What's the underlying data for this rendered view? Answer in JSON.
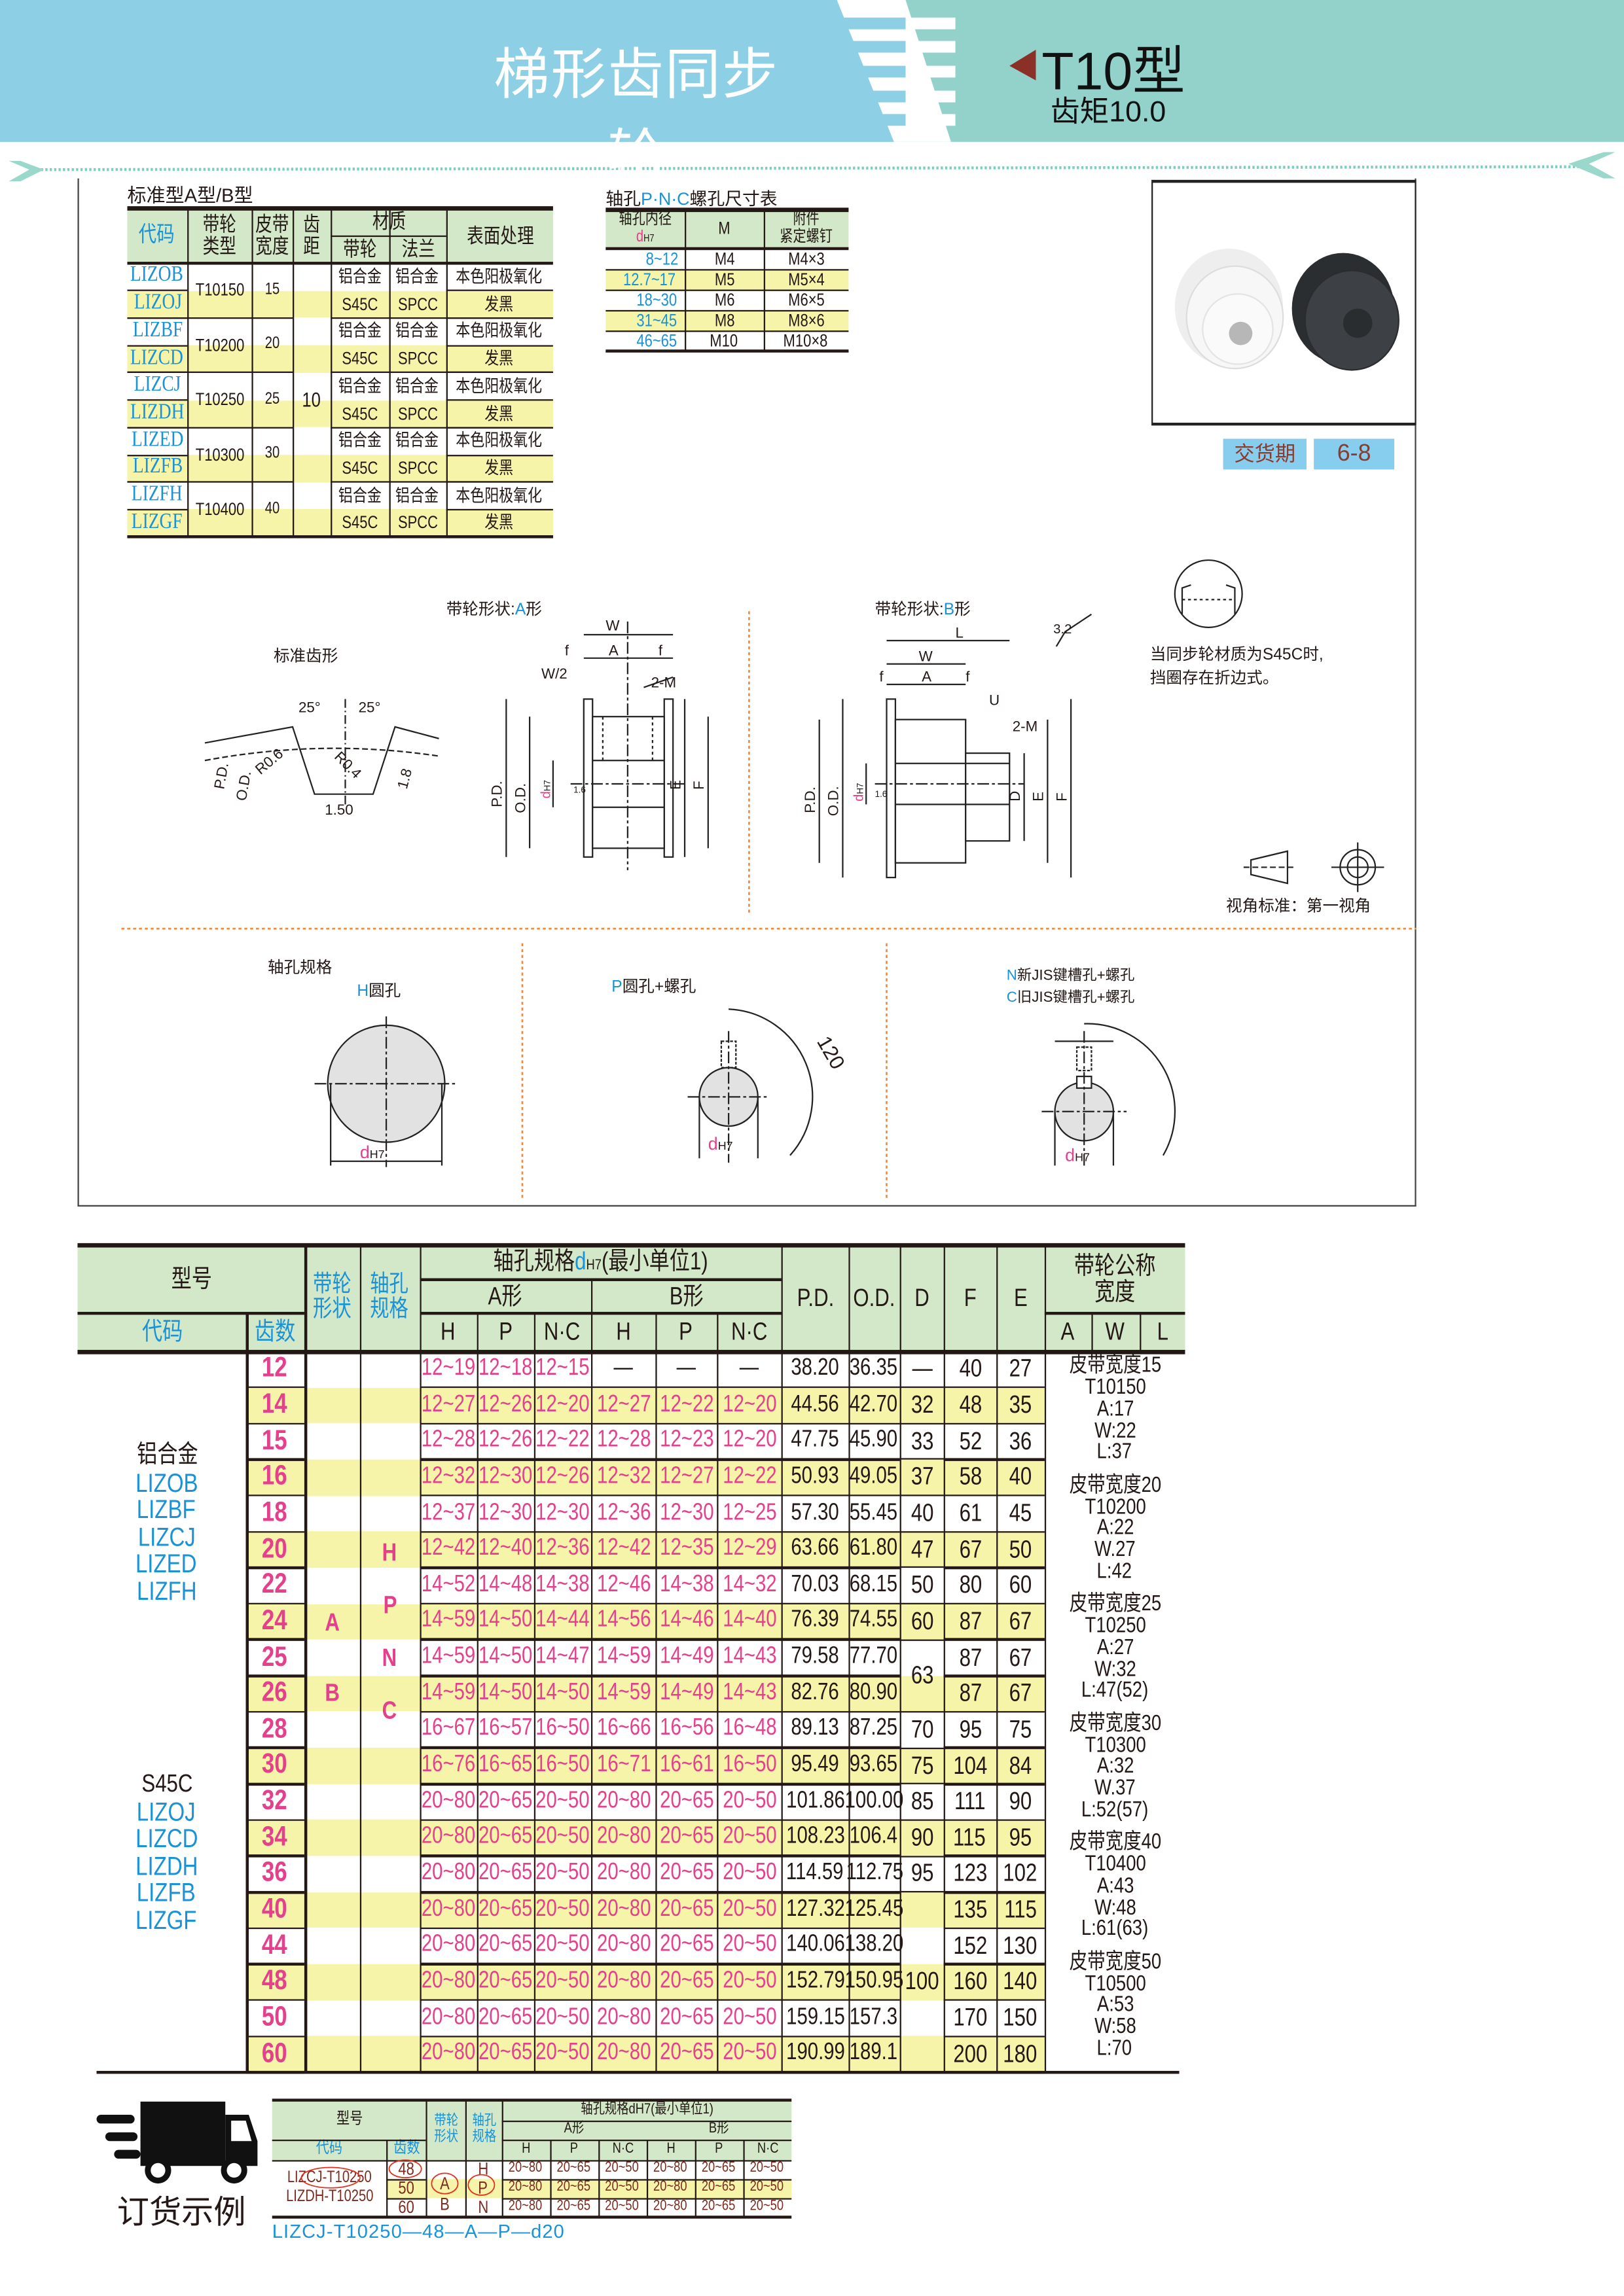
{
  "header": {
    "title": "梯形齿同步轮",
    "model": "T10型",
    "pitch": "齿矩10.0"
  },
  "std_table": {
    "caption": "标准型A型/B型",
    "headers": {
      "code": "代码",
      "pulley_type": "带轮\n类型",
      "belt_width": "皮带\n宽度",
      "pitch": "齿距",
      "material": "材质",
      "mat_pulley": "带轮",
      "mat_flange": "法兰",
      "surface": "表面处理"
    },
    "pitch_value": "10",
    "rows": [
      [
        "LIZOB",
        "T10150",
        "15",
        "铝合金",
        "铝合金",
        "本色阳极氧化"
      ],
      [
        "LIZOJ",
        null,
        null,
        "S45C",
        "SPCC",
        "发黑"
      ],
      [
        "LIZBF",
        "T10200",
        "20",
        "铝合金",
        "铝合金",
        "本色阳极氧化"
      ],
      [
        "LIZCD",
        null,
        null,
        "S45C",
        "SPCC",
        "发黑"
      ],
      [
        "LIZCJ",
        "T10250",
        "25",
        "铝合金",
        "铝合金",
        "本色阳极氧化"
      ],
      [
        "LIZDH",
        null,
        null,
        "S45C",
        "SPCC",
        "发黑"
      ],
      [
        "LIZED",
        "T10300",
        "30",
        "铝合金",
        "铝合金",
        "本色阳极氧化"
      ],
      [
        "LIZFB",
        null,
        null,
        "S45C",
        "SPCC",
        "发黑"
      ],
      [
        "LIZFH",
        "T10400",
        "40",
        "铝合金",
        "铝合金",
        "本色阳极氧化"
      ],
      [
        "LIZGF",
        null,
        null,
        "S45C",
        "SPCC",
        "发黑"
      ]
    ]
  },
  "screw_table": {
    "caption_pre": "轴孔",
    "caption_mid": "P·N·C",
    "caption_post": "螺孔尺寸表",
    "headers": {
      "bore": "轴孔内径",
      "bore_sub": "d",
      "bore_sub2": "H7",
      "m": "M",
      "screw": "附件\n紧定螺钉"
    },
    "rows": [
      [
        "8~12",
        "M4",
        "M4×3"
      ],
      [
        "12.7~17",
        "M5",
        "M5×4"
      ],
      [
        "18~30",
        "M6",
        "M6×5"
      ],
      [
        "31~45",
        "M8",
        "M8×6"
      ],
      [
        "46~65",
        "M10",
        "M10×8"
      ]
    ]
  },
  "delivery": {
    "label": "交货期",
    "value": "6-8"
  },
  "drawings": {
    "shape_a_pre": "带轮形状:",
    "shape_a_letter": "A",
    "shape_a_post": "形",
    "shape_b_pre": "带轮形状:",
    "shape_b_letter": "B",
    "shape_b_post": "形",
    "std_tooth": "标准齿形",
    "angle1": "25°",
    "angle2": "25°",
    "r06": "R0.6",
    "r04": "R0.4",
    "h18": "1.8",
    "w150": "1.50",
    "pd": "P.D.",
    "od": "O.D.",
    "d": "d",
    "h7": "H7",
    "w": "W",
    "f": "f",
    "a": "A",
    "w2": "W/2",
    "m2": "2-M",
    "e": "E",
    "F": "F",
    "l": "L",
    "u": "U",
    "dd": "D",
    "r16": "1.6",
    "r32": "3.2",
    "note1": "当同步轮材质为S45C时,",
    "note2": "挡圈存在折边式。",
    "view": "视角标准：第一视角",
    "bore_title": "轴孔规格",
    "h_letter": "H",
    "h_text": "圆孔",
    "p_letter": "P",
    "p_text": "圆孔+螺孔",
    "n_letter": "N",
    "n_text": "新JIS键槽孔+螺孔",
    "c_letter": "C",
    "c_text": "旧JIS键槽孔+螺孔",
    "angle120": "120"
  },
  "main_table": {
    "h_model": "型号",
    "h_code": "代码",
    "h_teeth": "齿数",
    "h_shape": "带轮\n形状",
    "h_bore": "轴孔\n规格",
    "h_spec_pre": "轴孔规格",
    "h_spec_d": "d",
    "h_spec_h7": "H7",
    "h_spec_post": "(最小单位1)",
    "h_a": "A形",
    "h_b": "B形",
    "sub": [
      "H",
      "P",
      "N·C",
      "H",
      "P",
      "N·C"
    ],
    "h_pd": "P.D.",
    "h_od": "O.D.",
    "h_d": "D",
    "h_f": "F",
    "h_e": "E",
    "h_belt": "带轮公称\n宽度",
    "h_belt_a": "A",
    "h_belt_w": "W",
    "h_belt_l": "L",
    "code_groups": [
      {
        "material": "铝合金",
        "codes": [
          "LIZOB",
          "LIZBF",
          "LIZCJ",
          "LIZED",
          "LIZFH"
        ]
      },
      {
        "material": "S45C",
        "codes": [
          "LIZOJ",
          "LIZCD",
          "LIZDH",
          "LIZFB",
          "LIZGF"
        ]
      }
    ],
    "shape_letters": [
      "A",
      "B"
    ],
    "bore_letters": [
      "H",
      "P",
      "N",
      "C"
    ],
    "rows": [
      [
        "12",
        [
          "12~19",
          "12~18",
          "12~15",
          "—",
          "—",
          "—"
        ],
        "38.20",
        "36.35",
        "—",
        "40",
        "27"
      ],
      [
        "14",
        [
          "12~27",
          "12~26",
          "12~20",
          "12~27",
          "12~22",
          "12~20"
        ],
        "44.56",
        "42.70",
        "32",
        "48",
        "35"
      ],
      [
        "15",
        [
          "12~28",
          "12~26",
          "12~22",
          "12~28",
          "12~23",
          "12~20"
        ],
        "47.75",
        "45.90",
        "33",
        "52",
        "36"
      ],
      [
        "16",
        [
          "12~32",
          "12~30",
          "12~26",
          "12~32",
          "12~27",
          "12~22"
        ],
        "50.93",
        "49.05",
        "37",
        "58",
        "40"
      ],
      [
        "18",
        [
          "12~37",
          "12~30",
          "12~30",
          "12~36",
          "12~30",
          "12~25"
        ],
        "57.30",
        "55.45",
        "40",
        "61",
        "45"
      ],
      [
        "20",
        [
          "12~42",
          "12~40",
          "12~36",
          "12~42",
          "12~35",
          "12~29"
        ],
        "63.66",
        "61.80",
        "47",
        "67",
        "50"
      ],
      [
        "22",
        [
          "14~52",
          "14~48",
          "14~38",
          "12~46",
          "14~38",
          "14~32"
        ],
        "70.03",
        "68.15",
        "50",
        "80",
        "60"
      ],
      [
        "24",
        [
          "14~59",
          "14~50",
          "14~44",
          "14~56",
          "14~46",
          "14~40"
        ],
        "76.39",
        "74.55",
        "60",
        "87",
        "67"
      ],
      [
        "25",
        [
          "14~59",
          "14~50",
          "14~47",
          "14~59",
          "14~49",
          "14~43"
        ],
        "79.58",
        "77.70",
        "63",
        "87",
        "67"
      ],
      [
        "26",
        [
          "14~59",
          "14~50",
          "14~50",
          "14~59",
          "14~49",
          "14~43"
        ],
        "82.76",
        "80.90",
        null,
        "87",
        "67"
      ],
      [
        "28",
        [
          "16~67",
          "16~57",
          "16~50",
          "16~66",
          "16~56",
          "16~48"
        ],
        "89.13",
        "87.25",
        "70",
        "95",
        "75"
      ],
      [
        "30",
        [
          "16~76",
          "16~65",
          "16~50",
          "16~71",
          "16~61",
          "16~50"
        ],
        "95.49",
        "93.65",
        "75",
        "104",
        "84"
      ],
      [
        "32",
        [
          "20~80",
          "20~65",
          "20~50",
          "20~80",
          "20~65",
          "20~50"
        ],
        "101.86",
        "100.00",
        "85",
        "111",
        "90"
      ],
      [
        "34",
        [
          "20~80",
          "20~65",
          "20~50",
          "20~80",
          "20~65",
          "20~50"
        ],
        "108.23",
        "106.4",
        "90",
        "115",
        "95"
      ],
      [
        "36",
        [
          "20~80",
          "20~65",
          "20~50",
          "20~80",
          "20~65",
          "20~50"
        ],
        "114.59",
        "112.75",
        "95",
        "123",
        "102"
      ],
      [
        "40",
        [
          "20~80",
          "20~65",
          "20~50",
          "20~80",
          "20~65",
          "20~50"
        ],
        "127.32",
        "125.45",
        "100",
        "135",
        "115"
      ],
      [
        "44",
        [
          "20~80",
          "20~65",
          "20~50",
          "20~80",
          "20~65",
          "20~50"
        ],
        "140.06",
        "138.20",
        null,
        "152",
        "130"
      ],
      [
        "48",
        [
          "20~80",
          "20~65",
          "20~50",
          "20~80",
          "20~65",
          "20~50"
        ],
        "152.79",
        "150.95",
        null,
        "160",
        "140"
      ],
      [
        "50",
        [
          "20~80",
          "20~65",
          "20~50",
          "20~80",
          "20~65",
          "20~50"
        ],
        "159.15",
        "157.3",
        null,
        "170",
        "150"
      ],
      [
        "60",
        [
          "20~80",
          "20~65",
          "20~50",
          "20~80",
          "20~65",
          "20~50"
        ],
        "190.99",
        "189.1",
        null,
        "200",
        "180"
      ]
    ],
    "d_spans": {
      "8": 2,
      "15": 5
    },
    "belt_groups": [
      [
        "皮带宽度15",
        "T10150",
        "A:17",
        "W:22",
        "L:37"
      ],
      [
        "皮带宽度20",
        "T10200",
        "A:22",
        "W.27",
        "L:42"
      ],
      [
        "皮带宽度25",
        "T10250",
        "A:27",
        "W:32",
        "L:47(52)"
      ],
      [
        "皮带宽度30",
        "T10300",
        "A:32",
        "W.37",
        "L:52(57)"
      ],
      [
        "皮带宽度40",
        "T10400",
        "A:43",
        "W:48",
        "L:61(63)"
      ],
      [
        "皮带宽度50",
        "T10500",
        "A:53",
        "W:58",
        "L:70"
      ]
    ]
  },
  "order_example": {
    "title": "订货示例",
    "h_model": "型号",
    "h_code": "代码",
    "h_teeth": "齿数",
    "h_shape": "带轮\n形状",
    "h_bore": "轴孔\n规格",
    "h_spec": "轴孔规格dH7(最小单位1)",
    "h_a": "A形",
    "h_b": "B形",
    "sub": [
      "H",
      "P",
      "N·C",
      "H",
      "P",
      "N·C"
    ],
    "codes": [
      "LIZCJ-T10250",
      "LIZDH-T10250"
    ],
    "teeth": [
      "48",
      "50",
      "60"
    ],
    "shapes": [
      "A",
      "B"
    ],
    "bores": [
      "H",
      "P",
      "N"
    ],
    "ranges": [
      "20~80",
      "20~65",
      "20~50",
      "20~80",
      "20~65",
      "20~50"
    ],
    "example": "LIZCJ-T10250—48—A—P—d20"
  },
  "colors": {
    "header_blue": "#8dd0e6",
    "header_teal": "#93d1cb",
    "table_header": "#d3e8c8",
    "stripe": "#f6f4a9",
    "pink": "#e4408c",
    "blue": "#1a92d8",
    "delivery_bg": "#87cdee",
    "delivery_text": "#8b3a2e"
  }
}
